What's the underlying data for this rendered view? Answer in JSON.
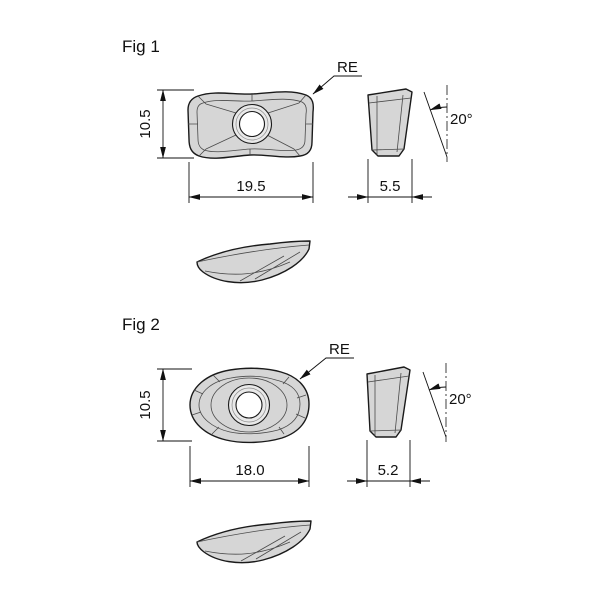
{
  "drawing": {
    "type": "milling-insert-technical-drawing",
    "colors": {
      "body_fill": "#d6d6d6",
      "line": "#1a1a1a",
      "background": "#ffffff"
    }
  },
  "fig1": {
    "label": "Fig 1",
    "re_label": "RE",
    "dim_height": "10.5",
    "dim_length": "19.5",
    "dim_thickness": "5.5",
    "dim_angle": "20°"
  },
  "fig2": {
    "label": "Fig 2",
    "re_label": "RE",
    "dim_height": "10.5",
    "dim_length": "18.0",
    "dim_thickness": "5.2",
    "dim_angle": "20°"
  }
}
